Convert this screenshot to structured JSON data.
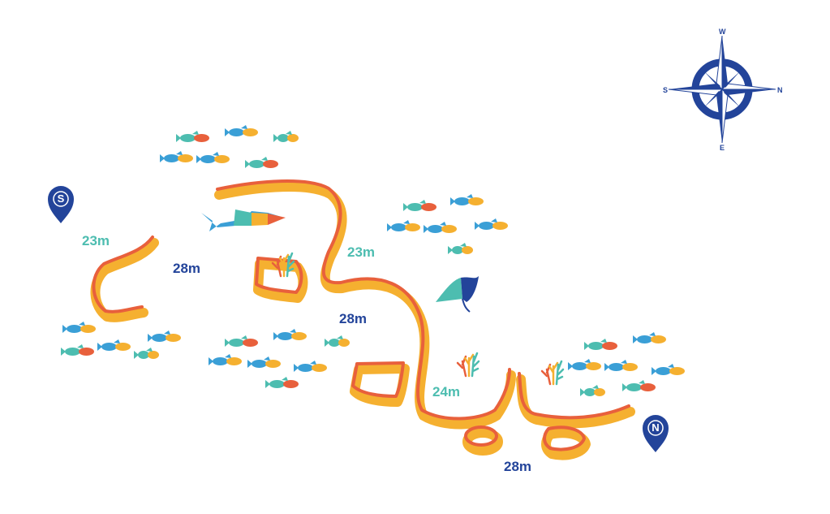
{
  "colors": {
    "reef": "#e8603c",
    "reef_shadow": "#f5b030",
    "teal": "#4dbdb0",
    "blue": "#3a9fd6",
    "navy": "#23449a"
  },
  "compass": {
    "top": "W",
    "left": "S",
    "right": "N",
    "bottom": "E"
  },
  "pins": {
    "start": "S",
    "end": "N"
  },
  "depths": [
    "23m",
    "28m",
    "23m",
    "28m",
    "24m",
    "28m"
  ]
}
